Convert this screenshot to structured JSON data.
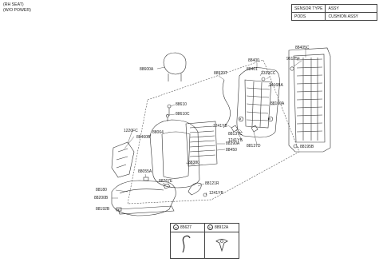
{
  "header": {
    "line1": "(RH SEAT)",
    "line2": "(W/O POWER)"
  },
  "spec_table": {
    "rows": [
      {
        "key": "SENSOR TYPE",
        "value": "ASSY"
      },
      {
        "key": "PODS",
        "value": "CUSHION ASSY"
      }
    ]
  },
  "parts": {
    "p88405C": "88405C",
    "p96125F": "96125F",
    "p88400": "88400",
    "p88401": "88401",
    "p1339CC": "1339CC",
    "p1416BA": "1416BA",
    "p88920T": "88920T",
    "p88600A": "88600A",
    "p88160A": "88160A",
    "p88610": "88610",
    "p88610C": "88610C",
    "p1241YB_a": "1241YB",
    "p88137C": "88137C",
    "p1241YB_b": "1241YB",
    "p88137D": "88137D",
    "p88195B": "88195B",
    "p1220FC": "1220FC",
    "p88064": "88064",
    "p88460B": "88460B",
    "p88390A": "88390A",
    "p88450": "88450",
    "p88380": "88380",
    "p88055A": "88055A",
    "p88267E": "88267E",
    "p88121R": "88121R",
    "p1241YB_c": "1241YB",
    "p88180": "88180",
    "p88200B": "88200B",
    "p88192B": "88192B"
  },
  "callouts": {
    "a": "a",
    "b": "b"
  },
  "legend": {
    "a_letter": "a",
    "a_part": "85627",
    "b_letter": "b",
    "b_part": "88912A"
  }
}
